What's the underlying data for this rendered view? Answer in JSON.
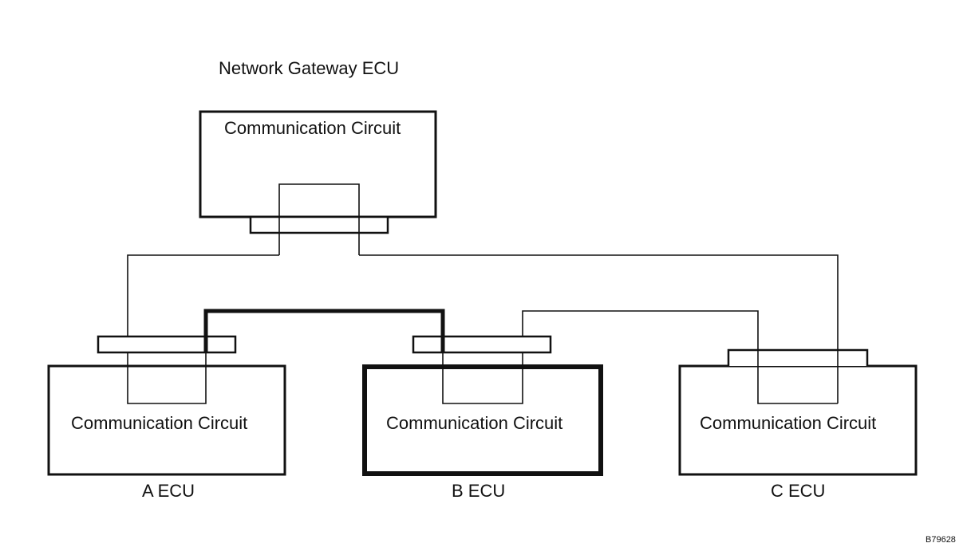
{
  "diagram": {
    "gateway": {
      "title": "Network Gateway ECU",
      "circuit_label": "Communication Circuit"
    },
    "ecus": [
      {
        "name": "A ECU",
        "circuit_label": "Communication Circuit"
      },
      {
        "name": "B ECU",
        "circuit_label": "Communication Circuit"
      },
      {
        "name": "C ECU",
        "circuit_label": "Communication Circuit"
      }
    ],
    "figure_code": "B79628"
  }
}
